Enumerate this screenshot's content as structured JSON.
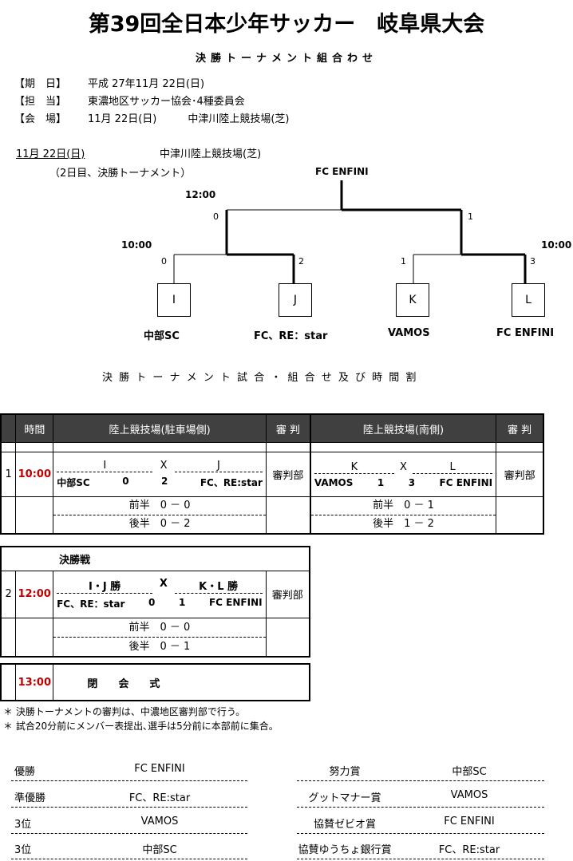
{
  "title": "第39回全日本少年サッカー　岐阜県大会",
  "subtitle": "決勝トーナメント組合わせ",
  "info": [
    {
      "label": "【期　日】",
      "value": "平成 27年11月 22日(日)"
    },
    {
      "label": "【担　当】",
      "value": "東濃地区サッカー協会･4種委員会"
    },
    {
      "label": "【会　場】",
      "value": "11月 22日(日)　　　中津川陸上競技場(芝)"
    }
  ],
  "bracket": {
    "date": "11月 22日(日)",
    "venue": "中津川陸上競技場(芝)",
    "note": "（2日目、決勝トーナメント）",
    "winner": "FC ENFINI",
    "final_time": "12:00",
    "final_scores": [
      "0",
      "1"
    ],
    "semi_time_left": "10:00",
    "semi_time_right": "10:00",
    "semi_scores": [
      "0",
      "2",
      "1",
      "3"
    ],
    "boxes": [
      "I",
      "J",
      "K",
      "L"
    ],
    "teams": [
      "中部SC",
      "FC、RE：star",
      "VAMOS",
      "FC ENFINI"
    ]
  },
  "schedule_title": "決 勝 ト ー ナ メ ン ト 試 合 ・ 組 合 せ 及 び 時 間 割",
  "table1": {
    "headers": [
      "時間",
      "陸上競技場(駐車場側)",
      "審 判",
      "陸上競技場(南側)",
      "審 判"
    ],
    "no": "1",
    "time": "10:00",
    "x": "X",
    "left": {
      "slot_a": "I",
      "slot_b": "J",
      "team_a": "中部SC",
      "score_a": "0",
      "score_b": "2",
      "team_b": "FC、RE:star",
      "referee": "審判部",
      "h1": "前半　0 － 0",
      "h2": "後半　0 － 2"
    },
    "right": {
      "slot_a": "K",
      "slot_b": "L",
      "team_a": "VAMOS",
      "score_a": "1",
      "score_b": "3",
      "team_b": "FC ENFINI",
      "referee": "審判部",
      "h1": "前半　0 － 1",
      "h2": "後半　1 － 2"
    }
  },
  "table2": {
    "title": "決勝戦",
    "no": "2",
    "time": "12:00",
    "x": "X",
    "slot_a": "I・J 勝",
    "slot_b": "K・L 勝",
    "team_a": "FC、RE：star",
    "score_a": "0",
    "score_b": "1",
    "team_b": "FC ENFINI",
    "referee": "審判部",
    "h1": "前半　0 － 0",
    "h2": "後半　0 － 1"
  },
  "closing": {
    "time": "13:00",
    "label": "閉　　会　　式"
  },
  "notes": [
    "＊ 決勝トーナメントの審判は、中濃地区審判部で行う。",
    "＊ 試合20分前にメンバー表提出､選手は5分前に本部前に集合。"
  ],
  "prizes_left": [
    {
      "label": "優勝",
      "team": "FC ENFINI"
    },
    {
      "label": "準優勝",
      "team": "FC、RE:star"
    },
    {
      "label": "3位",
      "team": "VAMOS"
    },
    {
      "label": "3位",
      "team": "中部SC"
    }
  ],
  "prizes_right": [
    {
      "label": "努力賞",
      "team": "中部SC"
    },
    {
      "label": "グットマナー賞",
      "team": "VAMOS"
    },
    {
      "label": "協賛ゼビオ賞",
      "team": "FC ENFINI"
    },
    {
      "label": "協賛ゆうちょ銀行賞",
      "team": "FC、RE:star"
    }
  ]
}
